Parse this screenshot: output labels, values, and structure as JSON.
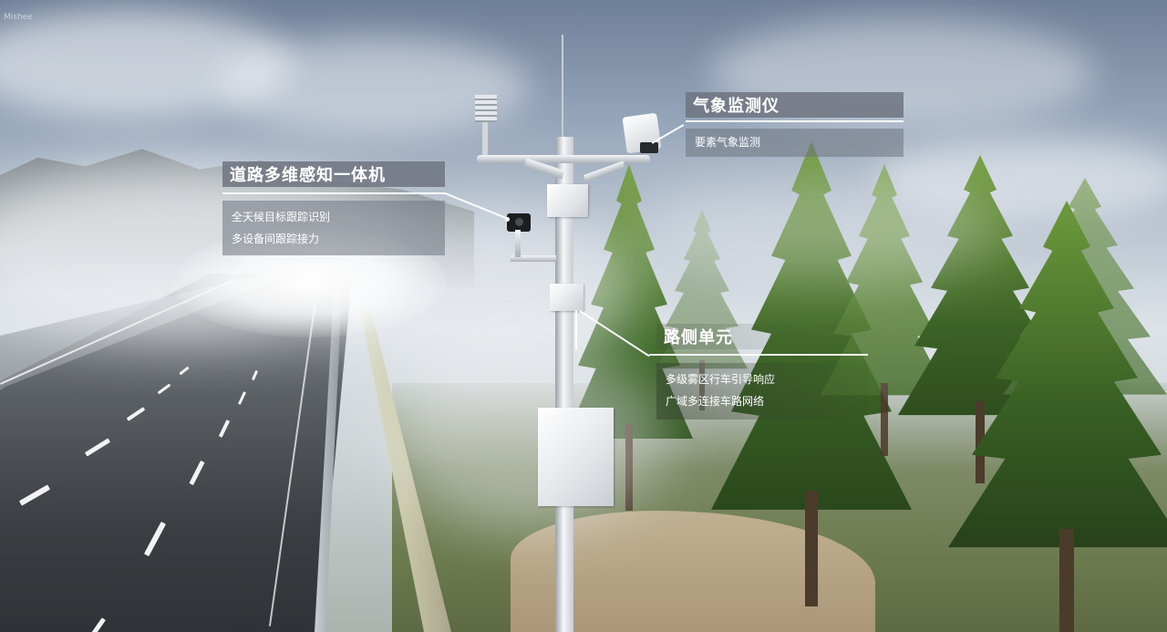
{
  "watermark": "Mishee",
  "callouts": {
    "weather": {
      "title": "气象监测仪",
      "lines": [
        "要素气象监测"
      ]
    },
    "perception": {
      "title": "道路多维感知一体机",
      "lines": [
        "全天候目标跟踪识别",
        "多设备间跟踪接力"
      ]
    },
    "roadside": {
      "title": "路侧单元",
      "lines": [
        "多级雾区行车引导响应",
        "广域多连接车路网络"
      ]
    }
  },
  "colors": {
    "label_box": "#6e7480",
    "leader_line": "#ffffff",
    "text": "#ffffff"
  }
}
